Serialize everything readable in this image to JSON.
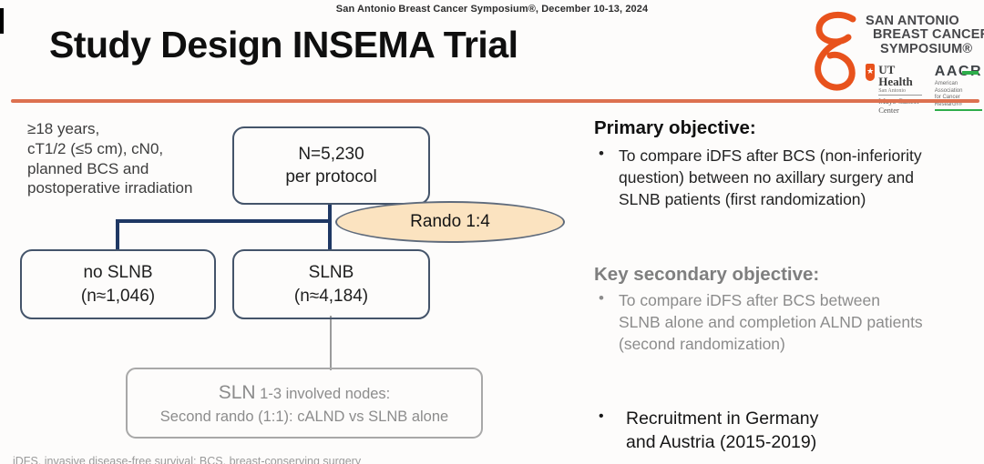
{
  "header": {
    "conference_line": "San Antonio Breast Cancer Symposium®, December 10-13, 2024",
    "title": "Study Design INSEMA Trial",
    "logo": {
      "name_lines": [
        "SAN ANTONIO",
        "BREAST CANCER",
        "SYMPOSIUM®"
      ],
      "ut_health": {
        "name": "UT Health",
        "city": "San Antonio",
        "center": "Mays Cancer Center"
      },
      "aacr": {
        "acronym": "AACR",
        "subtitle": "American Association\nfor Cancer Research®"
      }
    }
  },
  "flowchart": {
    "eligibility": "≥18 years,\ncT1/2 (≤5 cm), cN0,\nplanned BCS and\npostoperative irradiation",
    "top_box": "N=5,230\nper protocol",
    "rando_label": "Rando 1:4",
    "left_box": "no SLNB\n(n≈1,046)",
    "right_box": "SLNB\n(n≈4,184)",
    "bottom_box_big": "SLN",
    "bottom_box_line1": " 1-3 involved nodes:",
    "bottom_box_line2": "Second rando (1:1): cALND vs SLNB alone",
    "footnote": "iDFS, invasive disease-free survival; BCS, breast-conserving surgery"
  },
  "objectives": {
    "bullet_char": "•",
    "primary_heading": "Primary objective:",
    "primary_bullet": "To compare iDFS after BCS (non-inferiority question) between no axillary surgery and SLNB patients (first randomization)",
    "secondary_heading": "Key secondary objective:",
    "secondary_bullet": "To compare iDFS after BCS between SLNB alone and completion ALND patients (second randomization)",
    "recruitment_bullet": "Recruitment in Germany\nand Austria (2015-2019)"
  },
  "colors": {
    "divider_orange": "#DD7150",
    "logo_orange": "#E8521C",
    "connector_navy": "#1F3864",
    "box_border": "#44546A",
    "ellipse_fill": "#FBE3C0",
    "ellipse_border": "#5F6B7C",
    "gray_text": "#8C8C8C",
    "gray_heading": "#7F7F7F",
    "aacr_green": "#2EAD4B"
  }
}
